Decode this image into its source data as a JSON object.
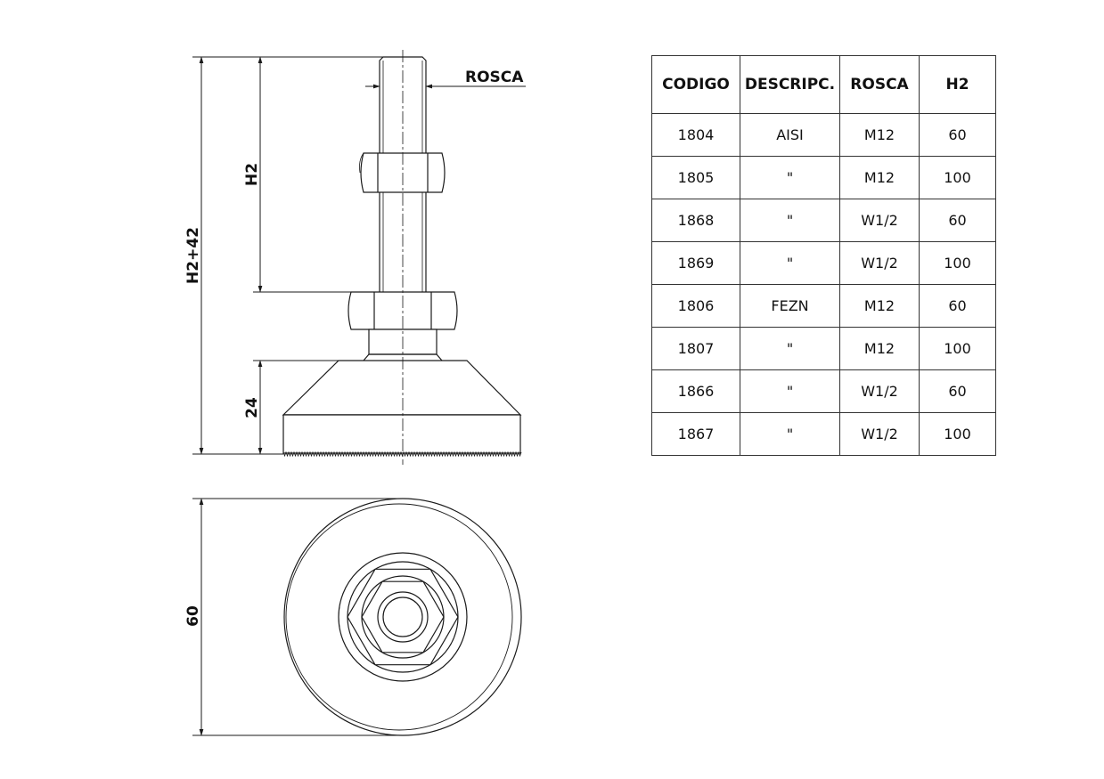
{
  "labels": {
    "rosca": "ROSCA",
    "h2": "H2",
    "h2_plus_42": "H2+42",
    "base_height": "24",
    "diameter": "60"
  },
  "table": {
    "headers": [
      "CODIGO",
      "DESCRIPC.",
      "ROSCA",
      "H2"
    ],
    "rows": [
      [
        "1804",
        "AISI",
        "M12",
        "60"
      ],
      [
        "1805",
        "\"",
        "M12",
        "100"
      ],
      [
        "1868",
        "\"",
        "W1/2",
        "60"
      ],
      [
        "1869",
        "\"",
        "W1/2",
        "100"
      ],
      [
        "1806",
        "FEZN",
        "M12",
        "60"
      ],
      [
        "1807",
        "\"",
        "M12",
        "100"
      ],
      [
        "1866",
        "\"",
        "W1/2",
        "60"
      ],
      [
        "1867",
        "\"",
        "W1/2",
        "100"
      ]
    ]
  },
  "colors": {
    "line": "#1a1a1a",
    "background": "#ffffff"
  }
}
